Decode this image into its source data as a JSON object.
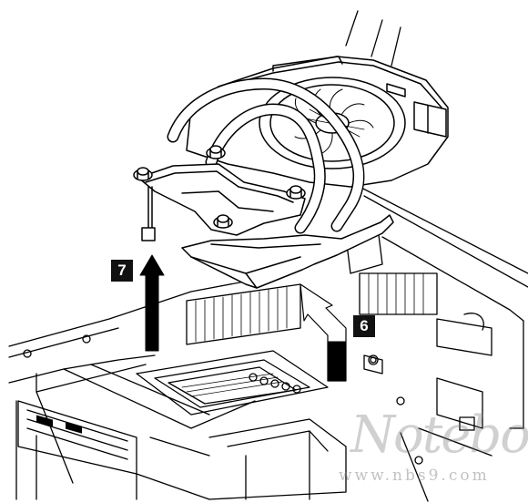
{
  "steps": [
    {
      "number": "7",
      "direction": "up"
    },
    {
      "number": "6",
      "direction": "up-left"
    }
  ],
  "watermark": {
    "logo": "Notebook",
    "url": "www.nbs9.com"
  },
  "colors": {
    "line": "#000000",
    "badge": "#111111",
    "watermark": "#888888"
  }
}
